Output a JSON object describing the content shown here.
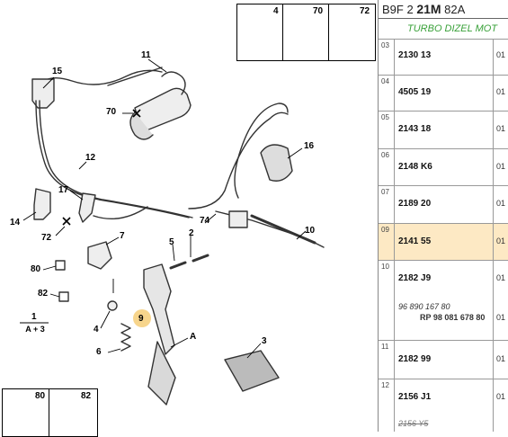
{
  "diagram": {
    "callouts": [
      "15",
      "11",
      "70",
      "16",
      "12",
      "17",
      "14",
      "72",
      "74",
      "10",
      "7",
      "5",
      "2",
      "80",
      "82",
      "1",
      "4",
      "9",
      "6",
      "3",
      "A"
    ],
    "callout_sub": "A + 3",
    "highlighted_callout": "9",
    "top_box": [
      "4",
      "70",
      "72"
    ],
    "bottom_box": [
      "80",
      "82"
    ]
  },
  "panel": {
    "header_code": "B9F 2",
    "header_bold": "21M",
    "header_tail": "82A",
    "subheader": "TURBO DIZEL MOT",
    "rows": [
      {
        "idx": "03",
        "ref": "2130 13",
        "qty": "01"
      },
      {
        "idx": "04",
        "ref": "4505 19",
        "qty": "01"
      },
      {
        "idx": "05",
        "ref": "2143 18",
        "qty": "01"
      },
      {
        "idx": "06",
        "ref": "2148 K6",
        "qty": "01"
      },
      {
        "idx": "07",
        "ref": "2189 20",
        "qty": "01"
      },
      {
        "idx": "09",
        "ref": "2141 55",
        "qty": "01",
        "selected": true
      },
      {
        "idx": "10",
        "ref": "2182 J9",
        "qty": "01",
        "extra1": "96 890 167 80",
        "extra2": "RP 98 081 678 80",
        "qty2": "01"
      },
      {
        "idx": "11",
        "ref": "2182 99",
        "qty": "01"
      },
      {
        "idx": "12",
        "ref": "2156 J1",
        "qty": "01",
        "strike": "2156 Y5"
      }
    ]
  }
}
